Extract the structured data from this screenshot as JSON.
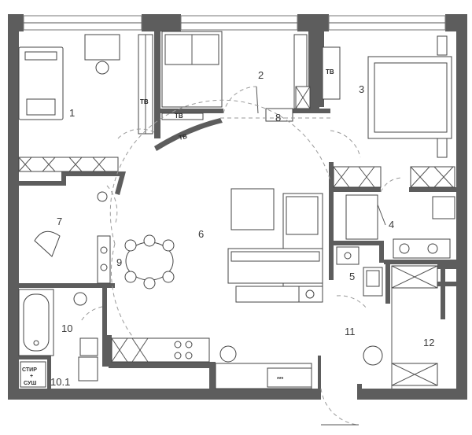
{
  "rooms": [
    {
      "id": "1",
      "label": "1"
    },
    {
      "id": "2",
      "label": "2"
    },
    {
      "id": "3",
      "label": "3"
    },
    {
      "id": "4",
      "label": "4"
    },
    {
      "id": "5",
      "label": "5"
    },
    {
      "id": "6",
      "label": "6"
    },
    {
      "id": "7",
      "label": "7"
    },
    {
      "id": "8",
      "label": "8"
    },
    {
      "id": "9",
      "label": "9"
    },
    {
      "id": "10",
      "label": "10"
    },
    {
      "id": "10.1",
      "label": "10.1"
    },
    {
      "id": "11",
      "label": "11"
    },
    {
      "id": "12",
      "label": "12"
    }
  ],
  "tv_label": "ТВ",
  "washer": {
    "line1": "СТИР",
    "line2": "+",
    "line3": "СУШ"
  },
  "stars": "***"
}
